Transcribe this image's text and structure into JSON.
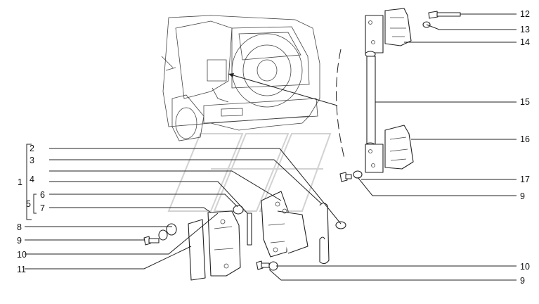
{
  "callouts": {
    "c1": "1",
    "c2": "2",
    "c3": "3",
    "c4": "4",
    "c5": "5",
    "c6": "6",
    "c7": "7",
    "c8": "8",
    "c9_left": "9",
    "c10_left": "10",
    "c11": "11",
    "c12": "12",
    "c13": "13",
    "c14": "14",
    "c15": "15",
    "c16": "16",
    "c17": "17",
    "c9_right_mid": "9",
    "c10_right_bottom": "10",
    "c9_right_bottom": "9"
  },
  "icons": {
    "car": "suv-rear-view",
    "hinge_upper": "upper-hinge",
    "hinge_lower": "lower-hinge",
    "hinge_assembly": "spare-wheel-carrier-hinge-assembly",
    "watermark": "brand-watermark-logo"
  },
  "colors": {
    "line": "#222222",
    "watermark": "#d2d2d2",
    "background": "#ffffff"
  }
}
